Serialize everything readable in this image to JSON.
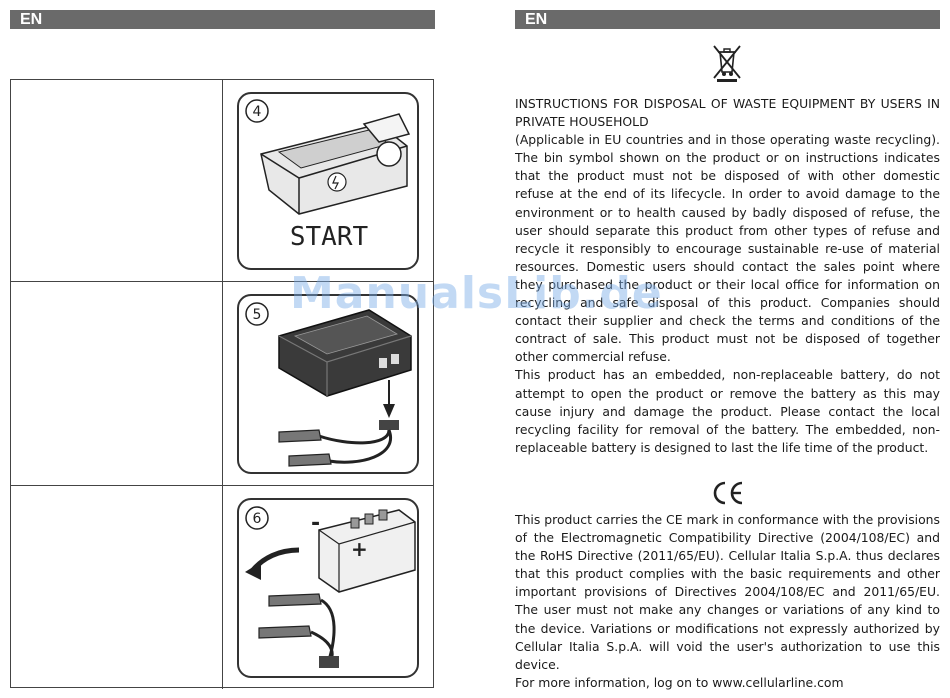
{
  "left_page": {
    "lang_label": "EN",
    "steps": [
      {
        "number": "4",
        "caption": "START"
      },
      {
        "number": "5"
      },
      {
        "number": "6",
        "minus": "-",
        "plus": "+"
      }
    ]
  },
  "right_page": {
    "lang_label": "EN",
    "disposal_title": "INSTRUCTIONS FOR DISPOSAL OF WASTE EQUIPMENT BY USERS IN PRIVATE HOUSEHOLD",
    "disposal_paragraphs": [
      "(Applicable in EU countries and in those operating waste recycling). The bin symbol shown on the product or on instructions indicates that the product must not be disposed of with other domestic refuse at the end of its lifecycle. In order to avoid damage to the environment or to health caused by badly disposed of refuse, the user should separate this product from other types of refuse and recycle it responsibly to encourage sustainable re-use of material resources. Domestic users should contact the sales point where they purchased the product or their local office for information on recycling and safe disposal of this product. Companies should contact their supplier and check the terms and conditions of the contract of sale. This product must not be disposed of together other commercial refuse.",
      "This product has an embedded, non-replaceable battery, do not attempt to open the product or remove the battery as this may cause injury and damage the product. Please contact the local recycling facility for removal of the battery. The embedded, non-replaceable battery is designed to last the life time of the product."
    ],
    "ce_label": "CE",
    "ce_paragraphs": [
      "This product carries the CE mark in conformance with the provisions of the Electromagnetic Compatibility Directive (2004/108/EC) and the RoHS Directive (2011/65/EU). Cellular Italia S.p.A. thus declares that this product complies with the basic requirements and other important provisions of Directives 2004/108/EC and 2011/65/EU. The user must not make any changes or variations of any kind to the device. Variations or modifications not expressly authorized by Cellular Italia S.p.A. will void the user's authorization to use this device.",
      "For more information, log on to www.cellularline.com"
    ]
  },
  "watermark": "ManualsLib.de"
}
